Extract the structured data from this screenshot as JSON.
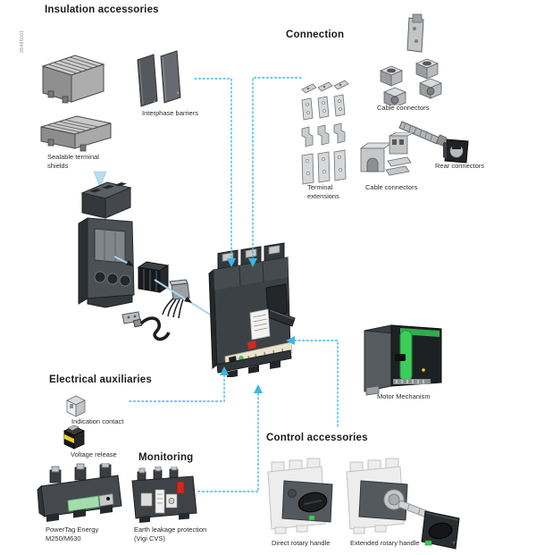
{
  "doc_code": "38485001",
  "headings": {
    "insulation": "Insulation accessories",
    "connection": "Connection",
    "electrical": "Electrical auxiliaries",
    "monitoring": "Monitoring",
    "control": "Control accessories"
  },
  "labels": {
    "sealable_terminal_shields": "Sealable terminal\nshields",
    "interphase_barriers": "Interphase barriers",
    "cable_connectors_top": "Cable connectors",
    "rear_connectors": "Rear connectors",
    "cable_connectors_mid": "Cable connectors",
    "terminal_extensions": "Terminal\nextensions",
    "indication_contact": "Indication contact",
    "voltage_release": "Voltage release",
    "powertag_energy": "PowerTag Energy\nM250/M630",
    "earth_leakage_protection": "Earth leakage protection\n(Vigi CVS)",
    "motor_mechanism": "Motor Mechanism",
    "direct_rotary_handle": "Direct rotary handle",
    "extended_rotary_handle": "Extended rotary handle"
  },
  "colors": {
    "arrow_cyan": "#3db7e6",
    "insert_arrow_blue": "#a9d6ee",
    "breaker_body": "#3b4045",
    "breaker_label_band": "#ebe3cf",
    "schneider_green": "#3dcd58",
    "powertag_green": "#a4dcae",
    "voltage_release_yellow": "#f2cf1e",
    "vigi_red": "#cf2a1b",
    "metal_gray": "#c6c8ca"
  }
}
